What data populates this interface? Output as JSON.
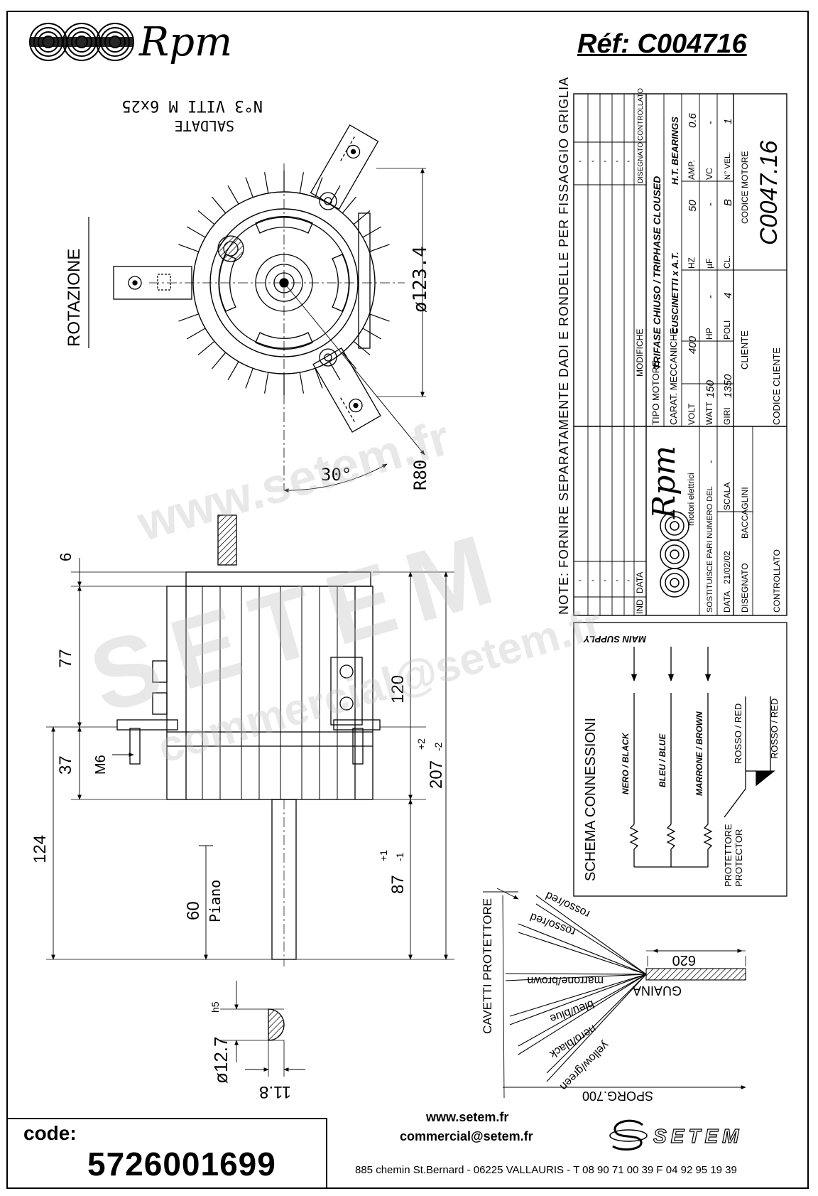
{
  "header": {
    "brand": "Rpm",
    "reference": "Réf:  C004716"
  },
  "top_view": {
    "screws_note": "N°3 VITI M 6x25",
    "welded_note": "SALDATE",
    "rotation_label": "ROTAZIONE",
    "diameter": "ø123.4",
    "radius": "R80",
    "angle": "30°"
  },
  "side_view": {
    "dim_6": "6",
    "dim_77": "77",
    "dim_37": "37",
    "dim_124": "124",
    "dim_60": "60",
    "plane_label": "Piano",
    "dim_120": "120",
    "dim_207": "207",
    "dim_207_tol_plus": "+2",
    "dim_207_tol_minus": "-2",
    "dim_87": "87",
    "dim_87_tol_plus": "+1",
    "dim_87_tol_minus": "-1",
    "thread": "M6"
  },
  "shaft_section": {
    "diameter": "ø12.7",
    "tolerance": "h5",
    "flat": "11.8"
  },
  "cables": {
    "group_label": "CAVETTI PROTETTORE",
    "wires": [
      "rosso/red",
      "rosso/red",
      "marrone/brown",
      "bleu/blue",
      "nero/black",
      "yellow/green"
    ],
    "sheath_length": "620",
    "sheath_label": "GUAINA",
    "protrusion": "SPORG.700"
  },
  "note": "NOTE: FORNIRE SEPARATAMENTE DADI E RONDELLE PER FISSAGGIO GRIGLIA",
  "title_block": {
    "revision_headers": [
      "IND",
      "DATA",
      "MODIFICHE",
      "DISEGNATO",
      "CONTROLLATO"
    ],
    "revision_dash": "-",
    "motor_type_label": "TIPO MOTORE",
    "motor_type_value": "TRIFASE CHIUSO / TRIPHASE CLOUSED",
    "mech_label": "CARAT. MECCANICHE",
    "mech_value": "CUSCINETTI x A.T.",
    "mech_value_en": "H.T. BEARINGS",
    "volt_label": "VOLT",
    "volt": "400",
    "hz_label": "HZ",
    "hz": "50",
    "amp_label": "AMP.",
    "amp": "0.6",
    "watt_label": "WATT",
    "watt": "150",
    "hp_label": "HP",
    "hp": "-",
    "uf_label": "µF",
    "uf": "-",
    "vc_label": "VC",
    "vc": "-",
    "giri_label": "GIRI",
    "giri": "1350",
    "poli_label": "POLI",
    "poli": "4",
    "cl_label": "CL.",
    "cl": "B",
    "vel_label": "N° VEL.",
    "vel": "1",
    "customer_label": "CLIENTE",
    "customer_code_label": "CODICE CLIENTE",
    "motor_code_label": "CODICE MOTORE",
    "motor_code": "C0047.16",
    "logo_text": "Rpm",
    "logo_sub": "motori elettrici",
    "replaces_label": "SOSTITUISCE PARI NUMERO DEL",
    "replaces_value": "-",
    "date_label": "DATA",
    "date": "21/02/02",
    "scale_label": "SCALA",
    "drawn_label": "DISEGNATO",
    "drawn_by": "BACCAGLINI",
    "checked_label": "CONTROLLATO"
  },
  "connections": {
    "title": "SCHEMA CONNESSIONI",
    "supply_label": "MAIN SUPPLY",
    "wires": [
      "NERO / BLACK",
      "BLEU / BLUE",
      "MARRONE / BROWN"
    ],
    "protector_label": "PROTETTORE",
    "protector_label_en": "PROTECTOR",
    "protector_wires": [
      "ROSSO / RED",
      "ROSSO / RED"
    ]
  },
  "footer": {
    "code_label": "code:",
    "code": "5726001699",
    "website": "www.setem.fr",
    "email": "commercial@setem.fr",
    "address": "885 chemin St.Bernard  -  06225 VALLAURIS  -  T 08 90 71 00 39   F 04 92 95 19 39",
    "logo": "SETEM"
  },
  "watermark": {
    "web": "www.setem.fr",
    "name": "SETEM",
    "mail": "commercial@setem.fr"
  }
}
